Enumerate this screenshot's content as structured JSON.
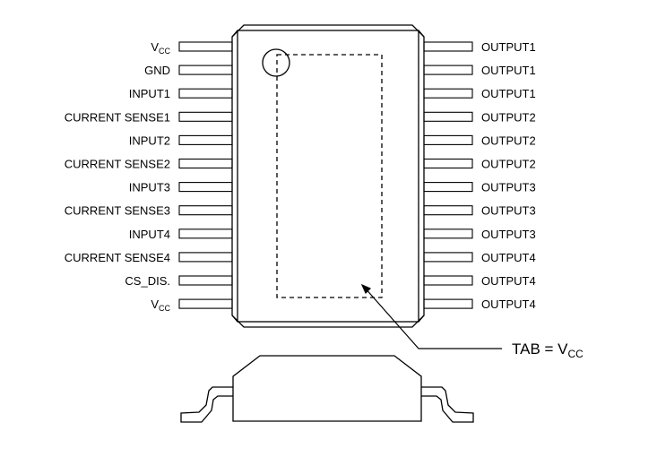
{
  "diagram": {
    "left_pins": [
      {
        "main": "V",
        "sub": "CC"
      },
      {
        "main": "GND",
        "sub": ""
      },
      {
        "main": "INPUT1",
        "sub": ""
      },
      {
        "main": "CURRENT SENSE1",
        "sub": ""
      },
      {
        "main": "INPUT2",
        "sub": ""
      },
      {
        "main": "CURRENT SENSE2",
        "sub": ""
      },
      {
        "main": "INPUT3",
        "sub": ""
      },
      {
        "main": "CURRENT SENSE3",
        "sub": ""
      },
      {
        "main": "INPUT4",
        "sub": ""
      },
      {
        "main": "CURRENT SENSE4",
        "sub": ""
      },
      {
        "main": "CS_DIS.",
        "sub": ""
      },
      {
        "main": "V",
        "sub": "CC"
      }
    ],
    "right_pins": [
      {
        "main": "OUTPUT1",
        "sub": ""
      },
      {
        "main": "OUTPUT1",
        "sub": ""
      },
      {
        "main": "OUTPUT1",
        "sub": ""
      },
      {
        "main": "OUTPUT2",
        "sub": ""
      },
      {
        "main": "OUTPUT2",
        "sub": ""
      },
      {
        "main": "OUTPUT2",
        "sub": ""
      },
      {
        "main": "OUTPUT3",
        "sub": ""
      },
      {
        "main": "OUTPUT3",
        "sub": ""
      },
      {
        "main": "OUTPUT3",
        "sub": ""
      },
      {
        "main": "OUTPUT4",
        "sub": ""
      },
      {
        "main": "OUTPUT4",
        "sub": ""
      },
      {
        "main": "OUTPUT4",
        "sub": ""
      }
    ],
    "tab_label": {
      "main": "TAB = V",
      "sub": "CC"
    }
  }
}
